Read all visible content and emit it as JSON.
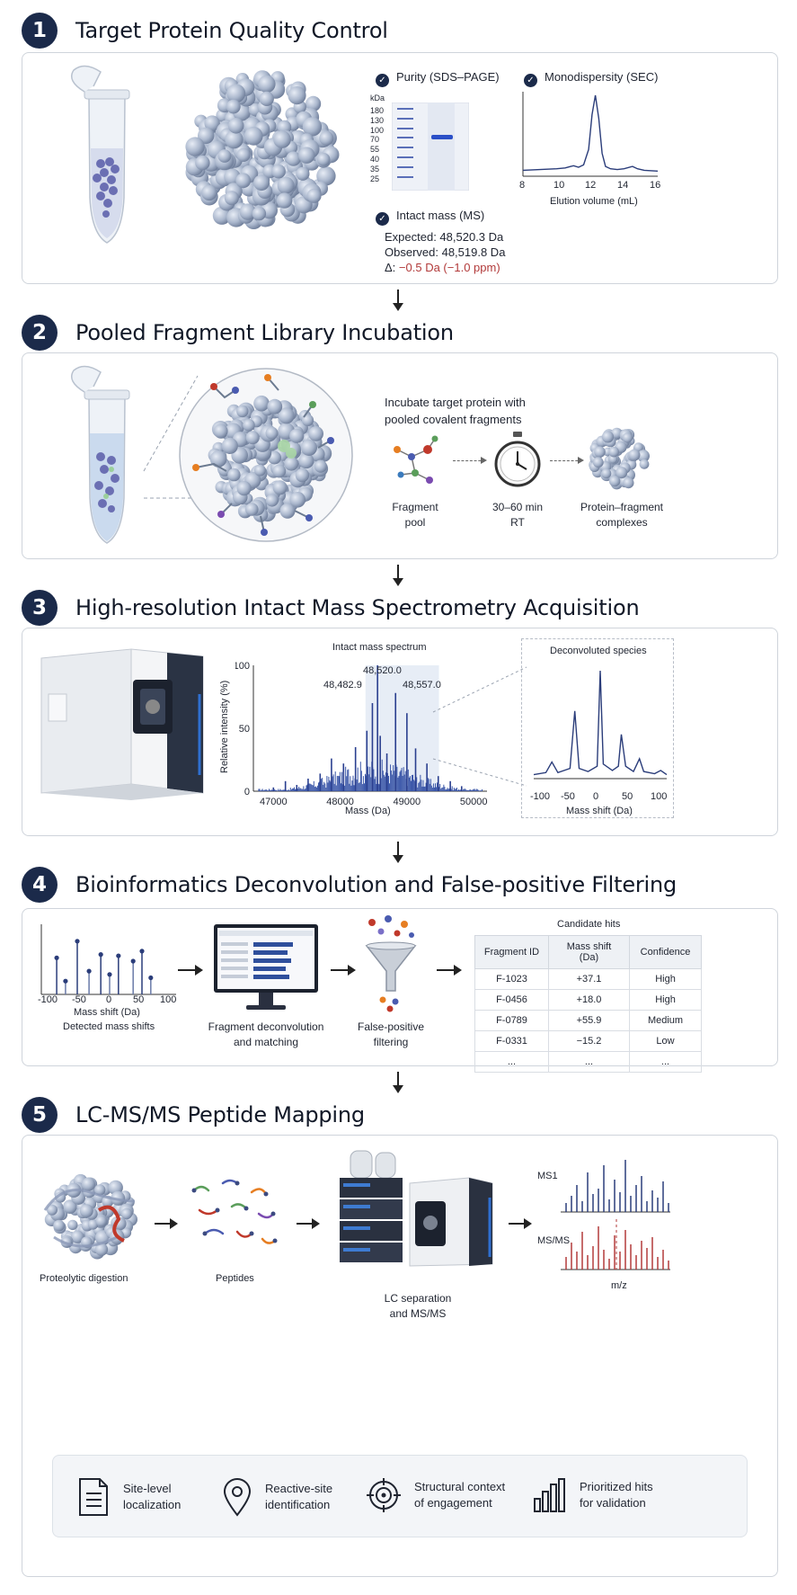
{
  "steps": [
    {
      "num": "1",
      "title": "Target Protein Quality Control"
    },
    {
      "num": "2",
      "title": "Pooled Fragment Library Incubation"
    },
    {
      "num": "3",
      "title": "High-resolution Intact Mass Spectrometry Acquisition"
    },
    {
      "num": "4",
      "title": "Bioinformatics Deconvolution and False-positive Filtering"
    },
    {
      "num": "5",
      "title": "LC-MS/MS Peptide Mapping"
    }
  ],
  "qc": {
    "purity_label": "Purity (SDS–PAGE)",
    "mono_label": "Monodispersity (SEC)",
    "mass_label": "Intact mass (MS)",
    "kda": "kDa",
    "ladder": [
      "180",
      "130",
      "100",
      "70",
      "55",
      "40",
      "35",
      "25"
    ],
    "expected": "Expected: 48,520.3 Da",
    "observed": "Observed: 48,519.8 Da",
    "delta_prefix": "Δ: ",
    "delta_value": "−0.5 Da (−1.0 ppm)",
    "sec_xticks": [
      "8",
      "10",
      "12",
      "14",
      "16"
    ],
    "sec_xlabel": "Elution volume (mL)"
  },
  "incubation": {
    "desc_line1": "Incubate target protein with",
    "desc_line2": "pooled covalent fragments",
    "fragment_pool_l1": "Fragment",
    "fragment_pool_l2": "pool",
    "time_l1": "30–60 min",
    "time_l2": "RT",
    "complex_l1": "Protein–fragment",
    "complex_l2": "complexes"
  },
  "ms": {
    "spectrum_title": "Intact mass spectrum",
    "deconv_title": "Deconvoluted species",
    "peak_labels": [
      "48,482.9",
      "48,520.0",
      "48,557.0"
    ]
  },
  "bioinf": {
    "detected_label": "Detected mass shifts",
    "deconv_l1": "Fragment deconvolution",
    "deconv_l2": "and matching",
    "fp_l1": "False-positive",
    "fp_l2": "filtering",
    "candidate_title": "Candidate hits",
    "table_headers": [
      "Fragment ID",
      "Mass shift (Da)",
      "Confidence"
    ],
    "table_rows": [
      [
        "F-1023",
        "+37.1",
        "High"
      ],
      [
        "F-0456",
        "+18.0",
        "High"
      ],
      [
        "F-0789",
        "+55.9",
        "Medium"
      ],
      [
        "F-0331",
        "−15.2",
        "Low"
      ],
      [
        "...",
        "...",
        "..."
      ]
    ]
  },
  "lcms": {
    "digestion": "Proteolytic digestion",
    "peptides": "Peptides",
    "lc_l1": "LC separation",
    "lc_l2": "and MS/MS",
    "ms1": "MS1",
    "msms": "MS/MS",
    "mz": "m/z"
  },
  "outcomes": [
    {
      "l1": "Site-level",
      "l2": "localization",
      "icon": "document-list-icon"
    },
    {
      "l1": "Reactive-site",
      "l2": "identification",
      "icon": "location-pin-icon"
    },
    {
      "l1": "Structural context",
      "l2": "of engagement",
      "icon": "target-icon"
    },
    {
      "l1": "Prioritized hits",
      "l2": "for validation",
      "icon": "bar-chart-icon"
    }
  ],
  "chart_data": [
    {
      "type": "line",
      "name": "sec",
      "xlabel": "Elution volume (mL)",
      "xlim": [
        8,
        16
      ],
      "x": [
        8,
        9,
        10,
        10.5,
        11,
        11.3,
        11.6,
        11.9,
        12.1,
        12.3,
        12.5,
        12.7,
        12.9,
        13.2,
        13.6,
        14,
        14.5,
        14.8,
        15.2,
        16
      ],
      "y": [
        0.03,
        0.04,
        0.05,
        0.06,
        0.09,
        0.07,
        0.1,
        0.3,
        0.75,
        1.0,
        0.7,
        0.25,
        0.08,
        0.05,
        0.04,
        0.05,
        0.08,
        0.05,
        0.03,
        0.02
      ]
    },
    {
      "type": "bar",
      "name": "intact-mass-spectrum",
      "xlabel": "Mass (Da)",
      "ylabel": "Relative intensity (%)",
      "xlim": [
        46700,
        50200
      ],
      "ylim": [
        0,
        100
      ],
      "xticks": [
        "47000",
        "48000",
        "49000",
        "50000"
      ],
      "yticks": [
        "100",
        "50",
        "0"
      ],
      "x": [
        47000,
        47180,
        47350,
        47520,
        47700,
        47870,
        48050,
        48230,
        48400,
        48483,
        48560,
        48600,
        48700,
        48830,
        49000,
        49130,
        49300,
        49470,
        49650,
        49820
      ],
      "y": [
        3,
        8,
        5,
        10,
        14,
        26,
        22,
        35,
        48,
        70,
        100,
        44,
        30,
        78,
        62,
        34,
        22,
        12,
        8,
        4
      ]
    },
    {
      "type": "line",
      "name": "deconvoluted-species",
      "xlabel": "Mass shift (Da)",
      "xticks": [
        "-100",
        "-50",
        "0",
        "50",
        "100"
      ],
      "xlim": [
        -110,
        110
      ],
      "x": [
        -110,
        -90,
        -80,
        -70,
        -50,
        -42,
        -35,
        -20,
        -5,
        0,
        5,
        20,
        30,
        35,
        42,
        55,
        65,
        72,
        90,
        100,
        110
      ],
      "y": [
        0.02,
        0.04,
        0.14,
        0.04,
        0.08,
        0.62,
        0.08,
        0.05,
        0.1,
        1.0,
        0.12,
        0.06,
        0.1,
        0.4,
        0.1,
        0.05,
        0.17,
        0.05,
        0.03,
        0.06,
        0.02
      ]
    },
    {
      "type": "bar",
      "name": "detected-mass-shifts",
      "xlabel": "Mass shift (Da)",
      "xticks": [
        "-100",
        "-50",
        "0",
        "50",
        "100"
      ],
      "xlim": [
        -110,
        110
      ],
      "x": [
        -90,
        -75,
        -55,
        -35,
        -15,
        0,
        15,
        40,
        55,
        70
      ],
      "y": [
        0.55,
        0.2,
        0.8,
        0.35,
        0.6,
        0.3,
        0.58,
        0.5,
        0.65,
        0.25
      ]
    }
  ]
}
